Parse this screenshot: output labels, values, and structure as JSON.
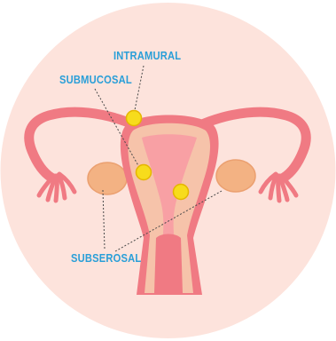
{
  "colors": {
    "background_circle": "#fde3dc",
    "uterus_outer": "#f07a83",
    "tube": "#f07a83",
    "fimbriae": "#f07a83",
    "myometrium": "#f6c3aa",
    "ovary": "#f3b283",
    "ovary_outline": "#eba070",
    "cavity": "#f8a0a4",
    "fibroid": "#f7dc1c",
    "fibroid_outline": "#e5b600",
    "leader_line": "#4a4a4a",
    "label_text": "#2a9fd8"
  },
  "labels": {
    "intramural": "INTRAMURAL",
    "submucosal": "SUBMUCOSAL",
    "subserosal": "SUBSEROSAL"
  },
  "fibroids": [
    {
      "name": "fibroid-intramural"
    },
    {
      "name": "fibroid-submucosal"
    },
    {
      "name": "fibroid-subserosal"
    }
  ]
}
